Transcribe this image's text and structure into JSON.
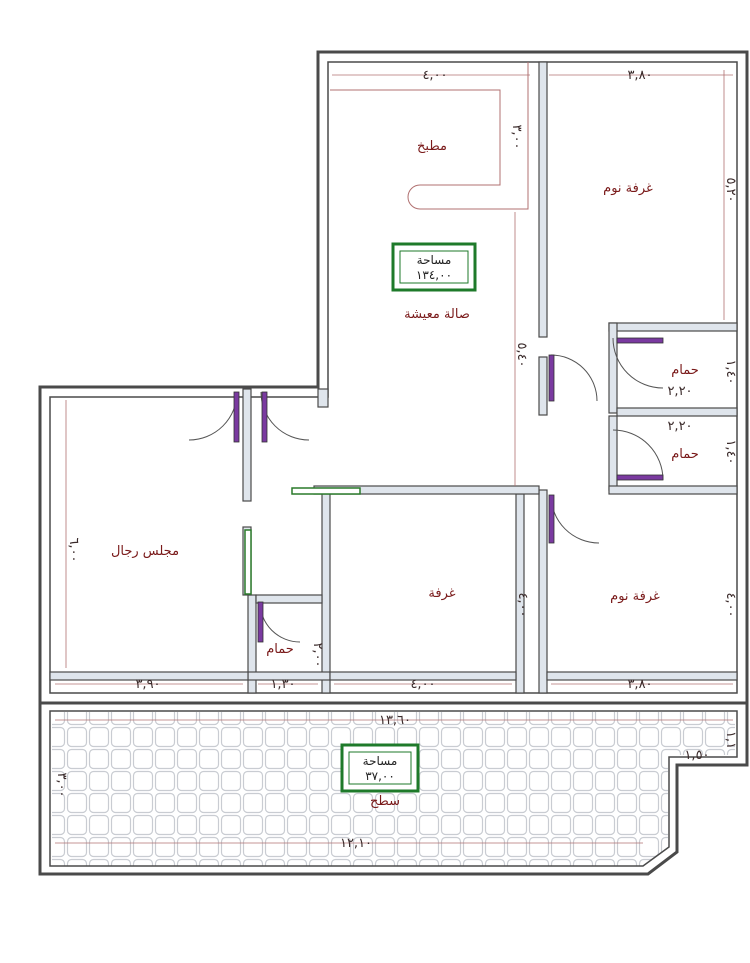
{
  "colors": {
    "wall": "#4a4a4a",
    "wall_fill": "#dfe5ec",
    "label": "#7a1a1a",
    "dim_line": "#b07070",
    "badge_border": "#1e7a2a",
    "tile": "#c9ccd2",
    "door_fill": "#7a3aa0"
  },
  "dimensions": {
    "top_left_width": "٤,٠٠",
    "top_right_width": "٣,٨٠",
    "kitchen_depth": "٣,٠٠",
    "bedroom1_height": "٥,٢٠",
    "hall_height": "٥,٤٠",
    "bath1_depth": "١,٤٠",
    "bath1_width": "٢,٢٠",
    "bath2_width": "٢,٢٠",
    "bath2_depth": "١,٤٠",
    "living_height": "٦,٠٠",
    "room_height": "٤,٠٠",
    "bedroom2_height": "٤,٠٠",
    "wc_depth": "٢,٠٠",
    "living_width": "٣,٩٠",
    "wc_width": "١,٣٠",
    "room_width": "٤,٠٠",
    "bedroom2_width": "٣,٨٠",
    "terrace_length": "١٣,٦٠",
    "terrace_depth": "٣,٠٠",
    "terrace_short": "١,٥٠",
    "terrace_step": "١,١",
    "terrace_bottom": "١٢,١٠"
  },
  "rooms": {
    "kitchen": "مطبخ",
    "bedroom_master": "غرفة نوم",
    "hall_label": "صالة معيشة",
    "bath1": "حمام",
    "bath2": "حمام",
    "living": "مجلس رجال",
    "room": "غرفة",
    "bedroom2": "غرفة نوم",
    "wc": "حمام",
    "terrace": "سطح"
  },
  "badges": {
    "main": {
      "title": "مساحة",
      "value": "١٣٤,٠٠"
    },
    "terrace": {
      "title": "مساحة",
      "value": "٣٧,٠٠"
    }
  }
}
